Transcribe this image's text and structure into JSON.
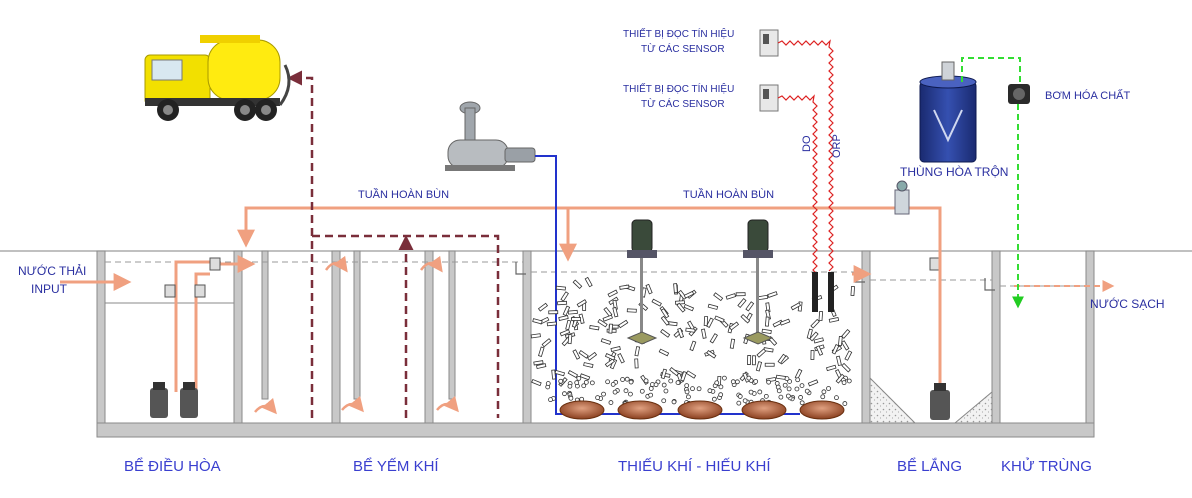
{
  "labels": {
    "input_line1": "NƯỚC THẢI",
    "input_line2": "INPUT",
    "output": "NƯỚC SẠCH",
    "recycle_left": "TUẦN HOÀN BÙN",
    "recycle_right": "TUẦN HOÀN BÙN",
    "sensor_device_1_line1": "THIẾT BỊ ĐỌC TÍN HIỆU",
    "sensor_device_1_line2": "TỪ CÁC SENSOR",
    "sensor_device_2_line1": "THIẾT BỊ ĐỌC TÍN HIỆU",
    "sensor_device_2_line2": "TỪ CÁC SENSOR",
    "sensor_do": "DO",
    "sensor_orp": "ORP",
    "mixing_tank": "THÙNG HÒA TRỘN",
    "chemical_pump": "BƠM HÓA CHẤT"
  },
  "tanks": [
    {
      "name": "BỂ ĐIỀU HÒA"
    },
    {
      "name": "BỂ YẾM KHÍ"
    },
    {
      "name": "THIẾU KHÍ - HIẾU KHÍ"
    },
    {
      "name": "BỂ LẮNG"
    },
    {
      "name": "KHỬ TRÙNG"
    }
  ],
  "colors": {
    "water_pipe": "#f0a080",
    "sludge_pipe": "#7a2e3a",
    "air_pipe": "#2233cc",
    "signal_wire": "#dd2222",
    "chem_pipe": "#33dd33",
    "tank_wall": "#c8c8c8",
    "label_blue": "#3a3fcf"
  },
  "icons": [
    "truck-icon",
    "air-blower-icon",
    "mixer-icon",
    "pump-icon",
    "valve-icon",
    "diffuser-icon",
    "controller-icon",
    "chemical-pump-icon"
  ]
}
